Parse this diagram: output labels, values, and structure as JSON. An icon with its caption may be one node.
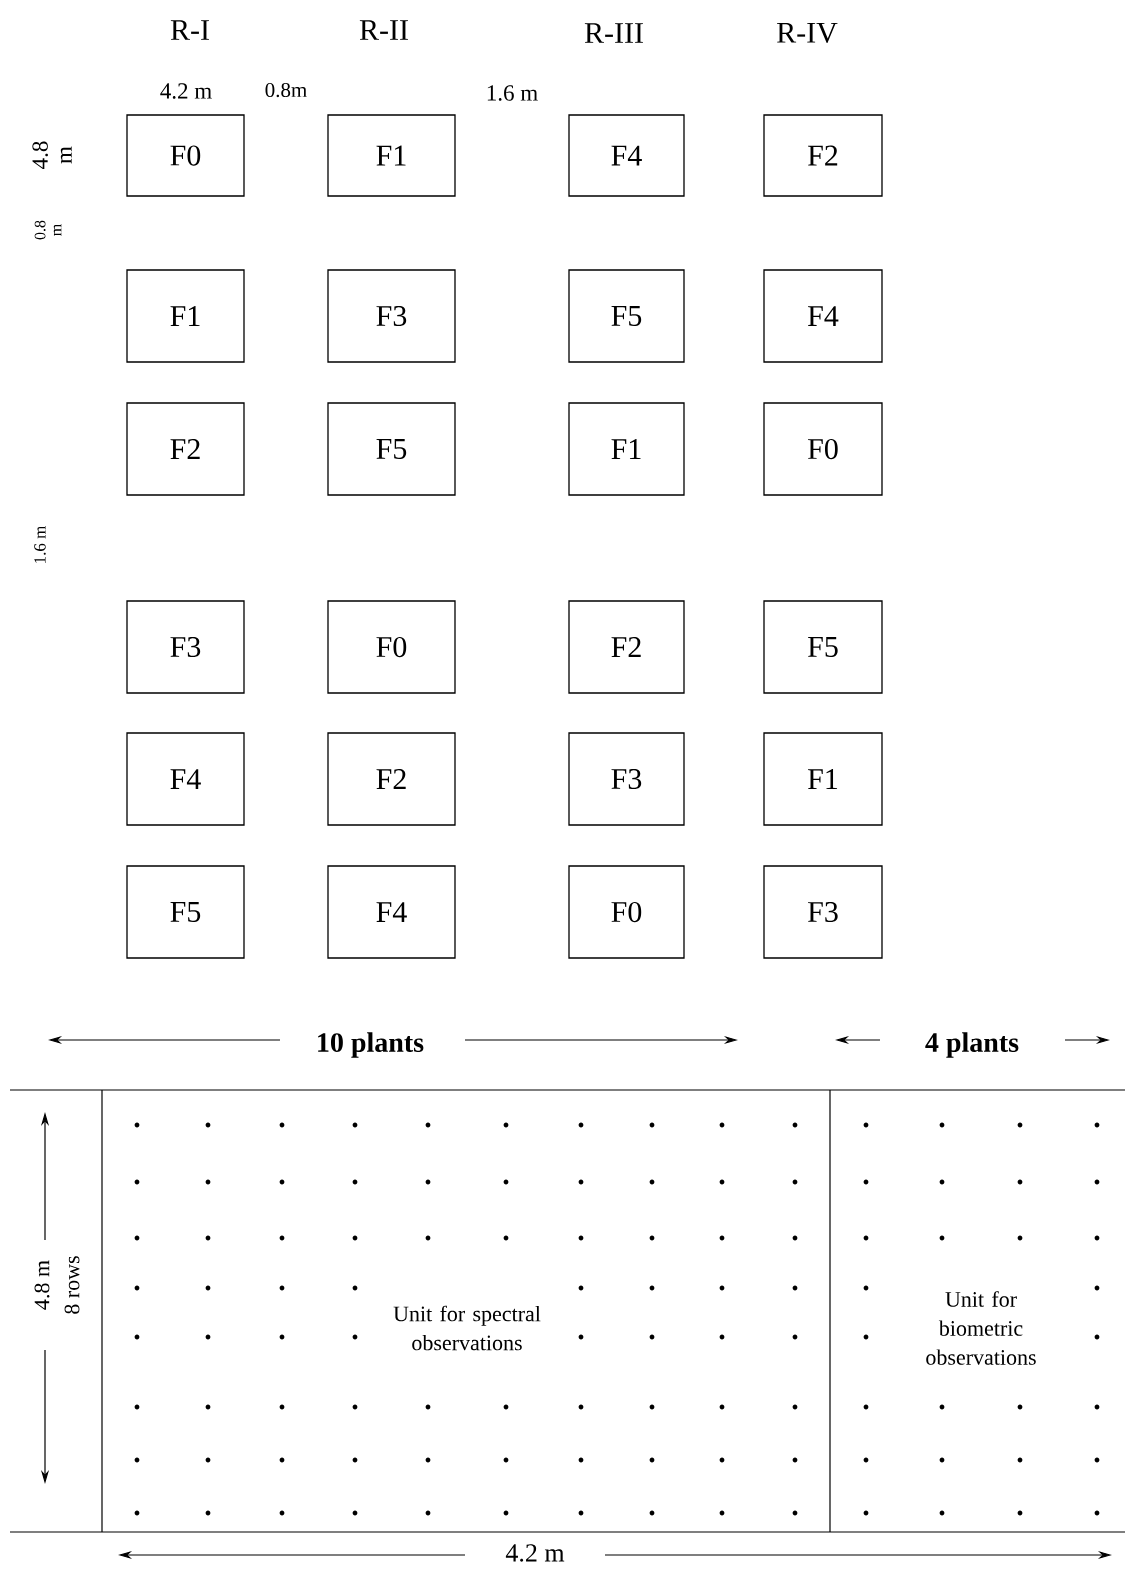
{
  "diagram": {
    "nodes": [
      {
        "text": [
          "F0"
        ]
      },
      {
        "text": [
          "F1"
        ]
      },
      {
        "text": [
          "F4"
        ]
      },
      {
        "text": [
          "F2"
        ]
      },
      {
        "text": [
          "F1"
        ]
      },
      {
        "text": [
          "F3"
        ]
      },
      {
        "text": [
          "F5"
        ]
      },
      {
        "text": [
          "F4"
        ]
      },
      {
        "text": [
          "F2"
        ]
      },
      {
        "text": [
          "F5"
        ]
      },
      {
        "text": [
          "F1"
        ]
      },
      {
        "text": [
          "F0"
        ]
      },
      {
        "text": [
          "F3"
        ]
      },
      {
        "text": [
          "F0"
        ]
      },
      {
        "text": [
          "F2"
        ]
      },
      {
        "text": [
          "F5"
        ]
      },
      {
        "text": [
          "F4"
        ]
      },
      {
        "text": [
          "F2"
        ]
      },
      {
        "text": [
          "F3"
        ]
      },
      {
        "text": [
          "F1"
        ]
      },
      {
        "text": [
          "F5"
        ]
      },
      {
        "text": [
          "F4"
        ]
      },
      {
        "text": [
          "F0"
        ]
      },
      {
        "text": [
          "F3"
        ]
      },
      {
        "text": [
          "Unit for spectral observations"
        ]
      },
      {
        "text": [
          "Unit for biometric observations"
        ]
      }
    ],
    "labels": [
      "R-I",
      "R-II",
      "R-III",
      "R-IV",
      "4.2 m",
      "0.8m",
      "1.6 m",
      "4.8 m",
      "0.8 m",
      "1.6 m",
      "10 plants",
      "4 plants",
      "4.8 m",
      "8 rows",
      "4.2 m"
    ]
  }
}
